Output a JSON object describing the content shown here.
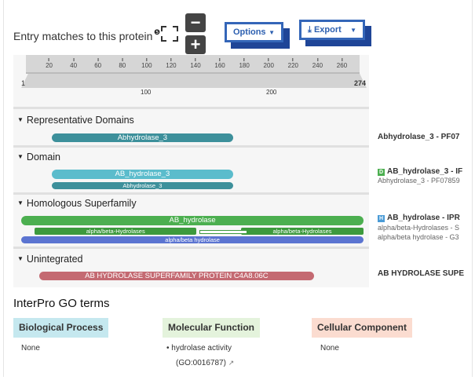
{
  "header": {
    "title": "Entry matches to this protein",
    "info_icon": "info-icon",
    "zoom_out": "−",
    "zoom_in": "+",
    "options_label": "Options",
    "export_label": "Export"
  },
  "ruler": {
    "ticks": [
      20,
      40,
      60,
      80,
      100,
      120,
      140,
      160,
      180,
      200,
      220,
      240,
      260
    ],
    "start": "1",
    "end": "274",
    "overview_ticks": [
      "100",
      "200"
    ],
    "length": 274
  },
  "sections": [
    {
      "title": "Representative Domains",
      "tracks": [
        {
          "label": "Abhydrolase_3",
          "segments": [
            [
              26,
              167
            ]
          ],
          "color": "#3d909b"
        }
      ],
      "right": [
        {
          "text": "Abhydrolase_3 - PF07",
          "bold": true
        }
      ]
    },
    {
      "title": "Domain",
      "tracks": [
        {
          "label": "AB_hydrolase_3",
          "segments": [
            [
              26,
              167
            ]
          ],
          "color": "#5bbccc"
        },
        {
          "label": "Abhydrolase_3",
          "segments": [
            [
              26,
              167
            ]
          ],
          "color": "#3d909b"
        }
      ],
      "right": [
        {
          "badge": "D",
          "badge_color": "#4caf50",
          "text": "AB_hydrolase_3 - IF",
          "bold": true
        },
        {
          "text": "Abhydrolase_3 - PF07859"
        }
      ]
    },
    {
      "title": "Homologous Superfamily",
      "tracks": [
        {
          "label": "AB_hydrolase",
          "segments": [
            [
              1,
              274
            ]
          ],
          "color": "#4caf50"
        },
        {
          "label": "alpha/beta-Hydrolases",
          "segments": [
            [
              12,
              137
            ],
            [
              181,
              274
            ]
          ],
          "color": "#3d9a3d"
        },
        {
          "label": "alpha/beta hydrolase",
          "segments": [
            [
              1,
              274
            ]
          ],
          "color": "#5b74d1"
        }
      ],
      "right": [
        {
          "badge": "H",
          "badge_color": "#4a9bd6",
          "text": "AB_hydrolase - IPR",
          "bold": true
        },
        {
          "text": "alpha/beta-Hydrolases - S"
        },
        {
          "text": "alpha/beta hydrolase - G3"
        }
      ]
    },
    {
      "title": "Unintegrated",
      "tracks": [
        {
          "label": "AB HYDROLASE SUPERFAMILY PROTEIN C4A8.06C",
          "segments": [
            [
              16,
              233
            ]
          ],
          "color": "#c46a72"
        }
      ],
      "right": [
        {
          "text": "AB HYDROLASE SUPE",
          "bold": true
        }
      ]
    }
  ],
  "go": {
    "title": "InterPro GO terms",
    "bp": {
      "label": "Biological Process",
      "value": "None",
      "color": "#c5e8ef"
    },
    "mf": {
      "label": "Molecular Function",
      "term": "hydrolase activity",
      "id": "(GO:0016787)",
      "color": "#e4f3dc"
    },
    "cc": {
      "label": "Cellular Component",
      "value": "None",
      "color": "#fbdcd0"
    }
  }
}
